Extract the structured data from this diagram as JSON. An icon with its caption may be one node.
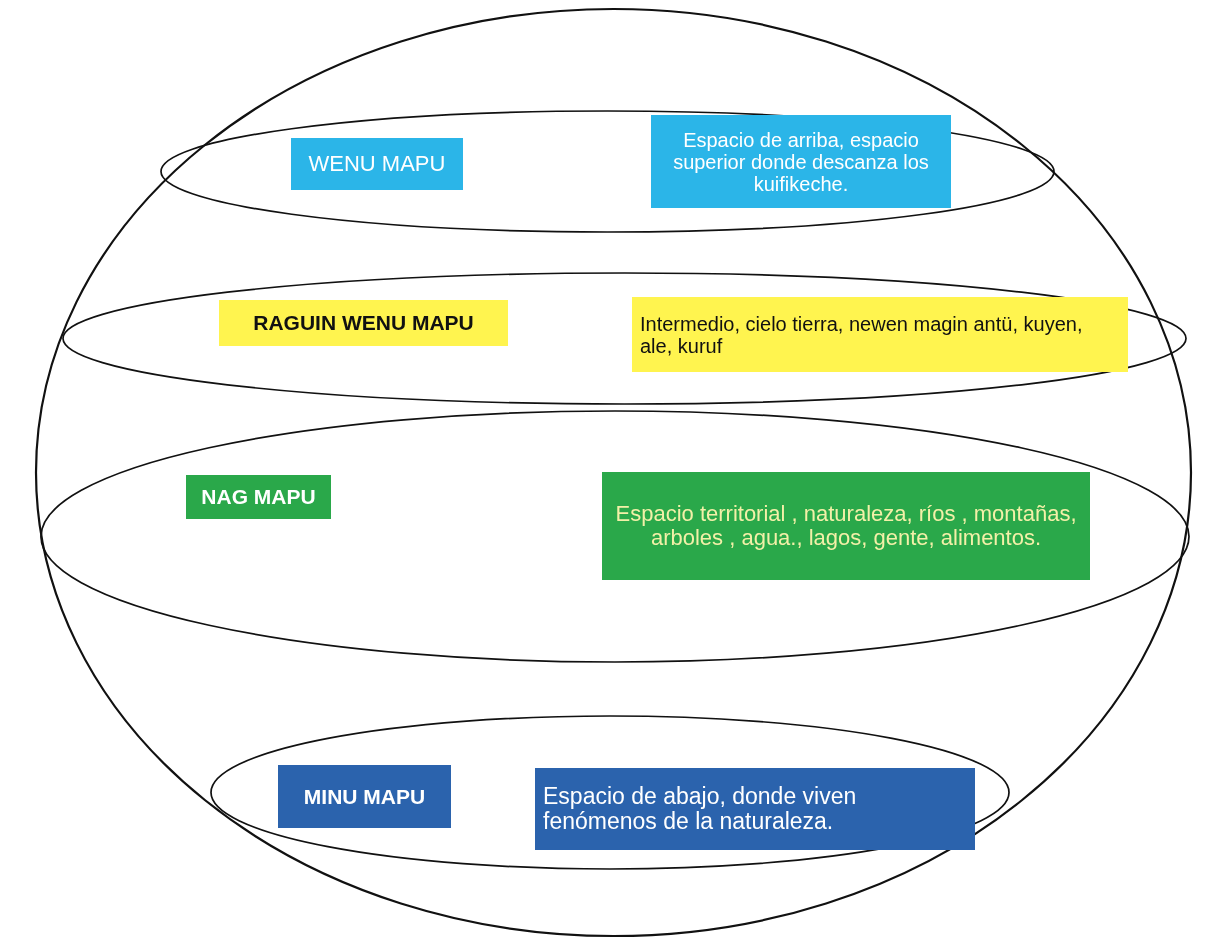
{
  "diagram": {
    "nodes": [
      {
        "text": [],
        "shape": "circle"
      },
      {
        "text": [],
        "shape": "ellipse",
        "in": 0
      },
      {
        "text": [
          "WENU MAPU"
        ],
        "in": 1
      },
      {
        "text": [
          "Espacio de arriba, espacio superior donde descanza los kuifikeche."
        ],
        "in": 1
      },
      {
        "text": [],
        "shape": "ellipse",
        "in": 0
      },
      {
        "text": [
          "RAGUIN WENU MAPU"
        ],
        "in": 4
      },
      {
        "text": [
          "Intermedio, cielo tierra, newen magin antü, kuyen, ale, kuruf"
        ],
        "in": 4
      },
      {
        "text": [],
        "shape": "ellipse",
        "in": 0
      },
      {
        "text": [
          "NAG MAPU"
        ],
        "in": 7
      },
      {
        "text": [
          "Espacio territorial , naturaleza, ríos , montañas, arboles , agua., lagos, gente, alimentos."
        ],
        "in": 7
      },
      {
        "text": [],
        "shape": "ellipse",
        "in": 0
      },
      {
        "text": [
          "MINU  MAPU"
        ],
        "in": 10
      },
      {
        "text": [
          "Espacio de  abajo, donde viven fenómenos de la naturaleza."
        ],
        "in": 10
      }
    ],
    "edges": []
  }
}
